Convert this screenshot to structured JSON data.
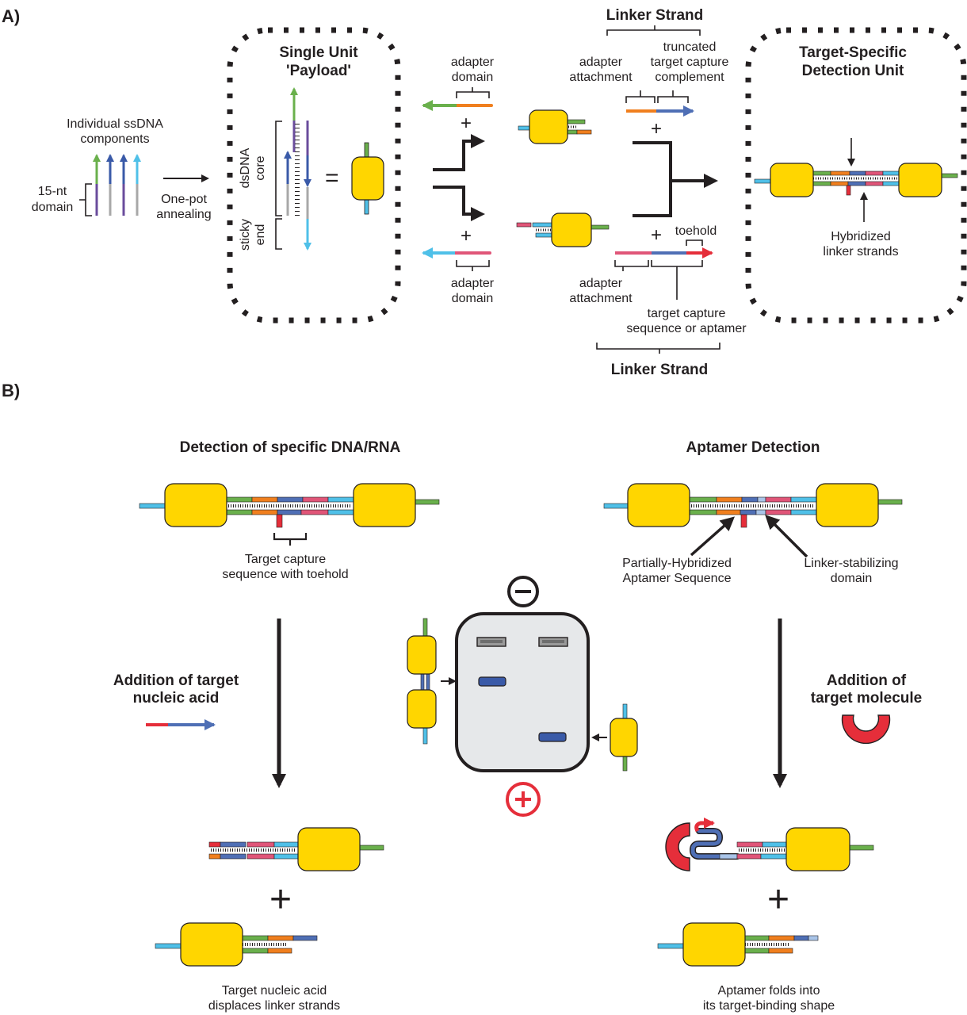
{
  "panel_a": {
    "label": "A)",
    "components": [
      "Individual ssDNA",
      "components"
    ],
    "domain_label": [
      "15-nt",
      "domain"
    ],
    "annealing": [
      "One-pot",
      "annealing"
    ],
    "payload_title": [
      "Single Unit",
      "'Payload'"
    ],
    "dsdna_core": [
      "dsDNA",
      "core"
    ],
    "sticky_end": [
      "sticky",
      "end"
    ],
    "equals": "=",
    "adapter_domain_top": [
      "adapter",
      "domain"
    ],
    "adapter_domain_bottom": [
      "adapter",
      "domain"
    ],
    "plus": "+",
    "linker_strand_top": "Linker Strand",
    "adapter_attachment_top": [
      "adapter",
      "attachment"
    ],
    "truncated": [
      "truncated",
      "target capture",
      "complement"
    ],
    "toehold": "toehold",
    "adapter_attachment_bottom": [
      "adapter",
      "attachment"
    ],
    "target_capture": [
      "target capture",
      "sequence or aptamer"
    ],
    "linker_strand_bottom": "Linker Strand",
    "detection_unit_title": [
      "Target-Specific",
      "Detection Unit"
    ],
    "hybridized": [
      "Hybridized",
      "linker strands"
    ]
  },
  "panel_b": {
    "label": "B)",
    "left_title": "Detection of specific DNA/RNA",
    "target_capture_toehold": [
      "Target capture",
      "sequence with toehold"
    ],
    "addition_target_nucleic": [
      "Addition of target",
      "nucleic acid"
    ],
    "displaces": [
      "Target nucleic acid",
      "displaces linker strands"
    ],
    "right_title": "Aptamer Detection",
    "partially_hybridized": [
      "Partially-Hybridized",
      "Aptamer Sequence"
    ],
    "linker_stabilizing": [
      "Linker-stabilizing",
      "domain"
    ],
    "addition_target_molecule": [
      "Addition of",
      "target molecule"
    ],
    "aptamer_folds": [
      "Aptamer folds into",
      "its target-binding shape"
    ],
    "plus": "+",
    "gel_negative": "−",
    "gel_positive": "+"
  },
  "colors": {
    "payload_yellow": "#ffd600",
    "green": "#6ab04c",
    "orange": "#f07f1e",
    "blue": "#4f6fb5",
    "dark_blue": "#3a5aa8",
    "purple": "#6a4c9c",
    "cyan": "#4fc0e8",
    "pink": "#e05578",
    "red": "#e52e3a",
    "gray": "#a8a8a8",
    "gel_bg": "#e6e8ea",
    "light_blue": "#a9c4e8"
  }
}
